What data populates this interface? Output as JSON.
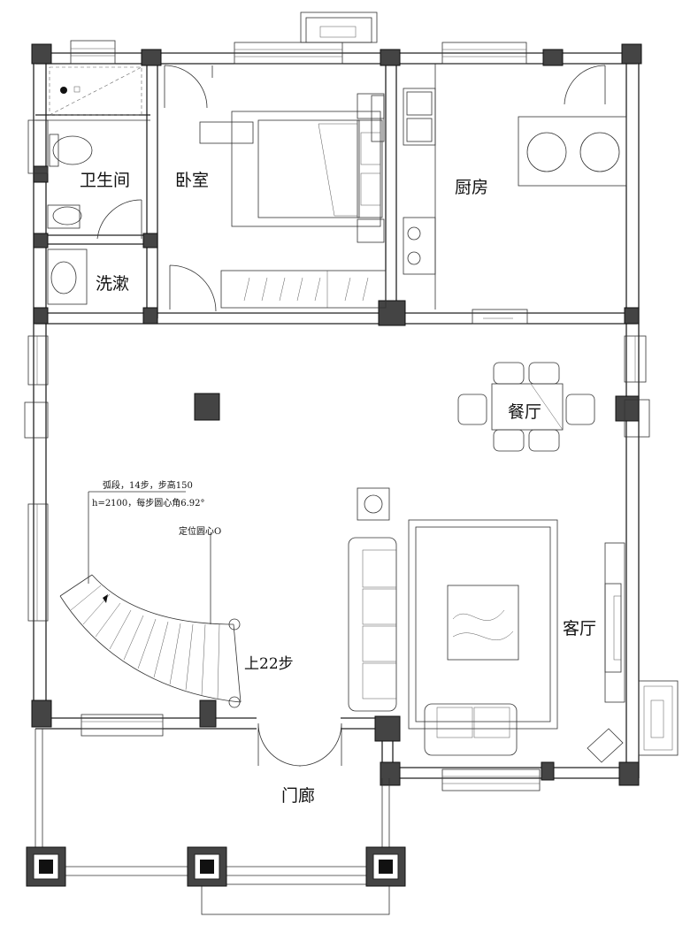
{
  "rooms": {
    "bathroom": "卫生间",
    "washroom": "洗漱",
    "bedroom": "卧室",
    "kitchen": "厨房",
    "dining": "餐厅",
    "living": "客厅",
    "porch": "门廊"
  },
  "stair": {
    "note_line1": "弧段，14步，步高150",
    "note_line2": "h=2100，每步圆心角6.92°",
    "center_label": "定位圆心O",
    "up_label": "上22步"
  }
}
